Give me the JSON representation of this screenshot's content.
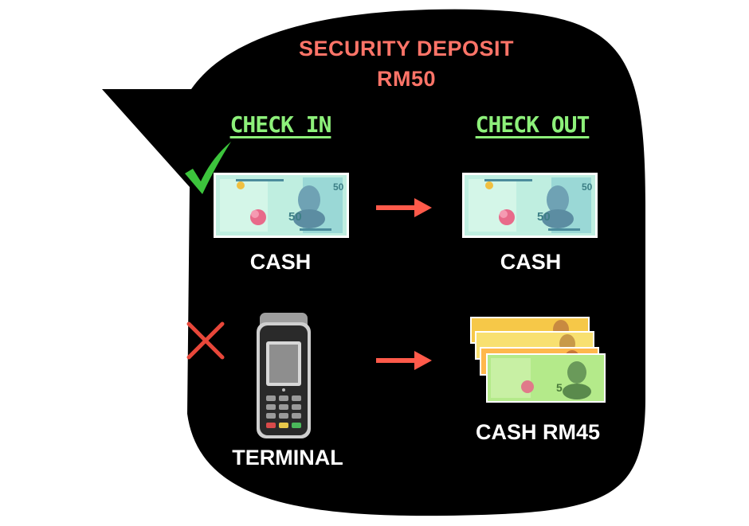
{
  "title": {
    "line1": "SECURITY DEPOSIT",
    "line2": "RM50"
  },
  "columns": {
    "check_in": "CHECK IN",
    "check_out": "CHECK OUT"
  },
  "rows": [
    {
      "check_in_label": "CASH",
      "check_in_status": "accepted",
      "status_icon": "check-mark-icon",
      "check_out_label": "CASH"
    },
    {
      "check_in_label": "TERMINAL",
      "check_in_status": "rejected",
      "status_icon": "cross-mark-icon",
      "check_out_label": "CASH RM45"
    }
  ],
  "colors": {
    "background": "#000000",
    "title": "#ff7468",
    "heading": "#8df07a",
    "label": "#ffffff",
    "arrow": "#ff5a4a",
    "check": "#3cc43c",
    "cross": "#e8473a"
  }
}
